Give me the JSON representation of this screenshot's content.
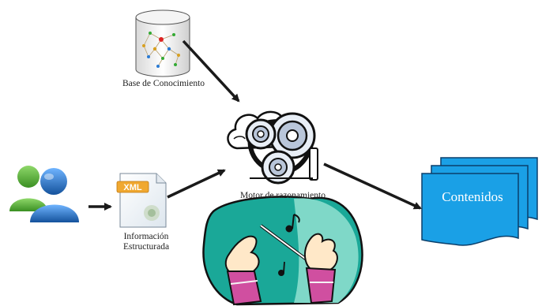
{
  "nodes": {
    "knowledge_base": {
      "label": "Base de Conocimiento",
      "icon": "database-icon"
    },
    "reasoning_engine": {
      "label": "Motor de razonamiento",
      "icon": "gears-icon"
    },
    "structured_info": {
      "label_line1": "Información",
      "label_line2": "Estructurada",
      "icon": "xml-document-icon",
      "badge": "XML"
    },
    "users": {
      "icon": "users-icon"
    },
    "contents": {
      "label": "Contenidos",
      "icon": "stacked-documents-icon"
    },
    "conductor": {
      "icon": "conductor-hands-icon"
    }
  },
  "colors": {
    "arrow": "#1a1a1a",
    "documents_fill": "#1aa0e6",
    "documents_stroke": "#0a3f6b",
    "xml_badge": "#f0a830",
    "user_green": "#4caf32",
    "user_blue": "#1e6fc4",
    "conductor_bg_left": "#1aa898",
    "conductor_bg_right": "#7fd8c8",
    "sleeve": "#d04fa0"
  }
}
